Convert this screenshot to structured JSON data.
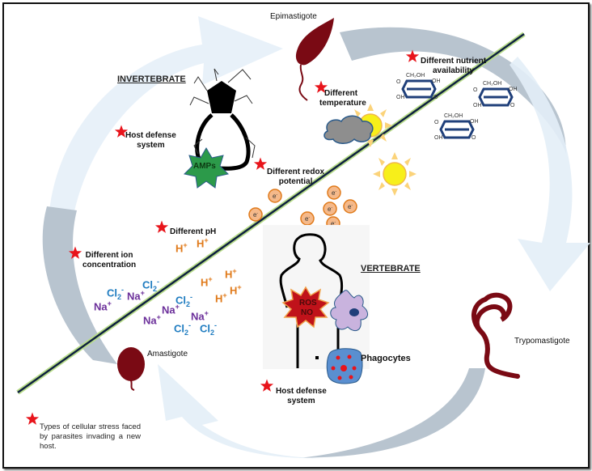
{
  "stages": {
    "epimastigote": "Epimastigote",
    "trypomastigote": "Trypomastigote",
    "amastigote": "Amastigote"
  },
  "hosts": {
    "invertebrate": "INVERTEBRATE",
    "vertebrate": "VERTEBRATE"
  },
  "stress_labels": {
    "host_defense_invertebrate": [
      "Host defense",
      "system"
    ],
    "temperature": [
      "Different",
      "temperature"
    ],
    "nutrient": [
      "Different nutrient",
      "availability"
    ],
    "redox": [
      "Different redox",
      "potential"
    ],
    "ph": [
      "Different pH"
    ],
    "ion": [
      "Different ion",
      "concentration"
    ],
    "host_defense_vertebrate": [
      "Host defense",
      "system"
    ]
  },
  "markers": {
    "amps": "AMPs",
    "ros": "ROS",
    "no": "NO",
    "phagocytes": "Phagocytes",
    "electron": "e",
    "electron_charge": "-",
    "sugar_top": "CH₂OH",
    "sugar_oh": "OH",
    "sugar_o": "O"
  },
  "ions": {
    "h": {
      "symbol": "H",
      "charge": "+"
    },
    "na": {
      "symbol": "Na",
      "charge": "+"
    },
    "cl": {
      "symbol": "Cl",
      "sub": "2",
      "charge": "-"
    }
  },
  "legend": "Types of cellular stress faced by parasites invading a new host.",
  "colors": {
    "star": "#e8141b",
    "parasite": "#7a0a14",
    "arrow": "#b8c4cf",
    "arrow_light": "#e3eef7",
    "divider": "#0f2140",
    "divider_glow": "#b9dd8b",
    "electron_fill": "#f5b98a",
    "electron_stroke": "#e07a1a",
    "sugar": "#1f3f7a",
    "amps": "#2c9a4a",
    "ros": "#c0121a",
    "phagocyte": "#c9b3de",
    "phagocyte_body": "#5a8fd0",
    "sun": "#f7ef1a",
    "cloud": "#8e8e8e"
  }
}
